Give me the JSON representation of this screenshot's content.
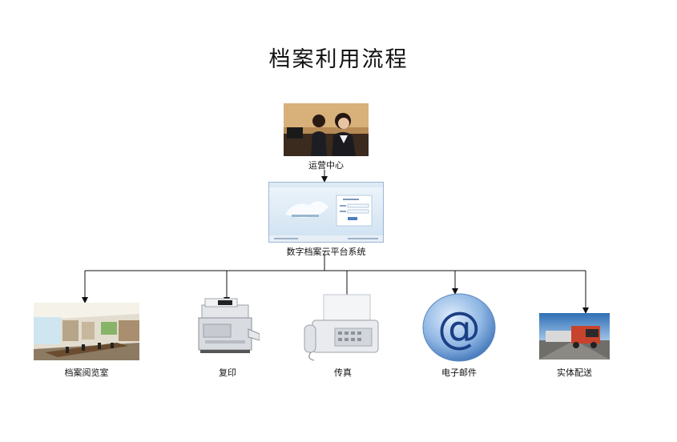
{
  "title": "档案利用流程",
  "nodes": {
    "ops_center": {
      "label": "运营中心",
      "icon": "call-center-agents-photo"
    },
    "cloud_platform": {
      "label": "数字档案云平台系统",
      "icon": "login-screen-screenshot"
    },
    "reading_room": {
      "label": "档案阅览室",
      "icon": "conference-room-photo"
    },
    "copy": {
      "label": "复印",
      "icon": "photocopier-photo"
    },
    "fax": {
      "label": "传真",
      "icon": "fax-machine-photo"
    },
    "email": {
      "label": "电子邮件",
      "icon": "at-sign-icon"
    },
    "delivery": {
      "label": "实体配送",
      "icon": "delivery-truck-photo"
    }
  }
}
